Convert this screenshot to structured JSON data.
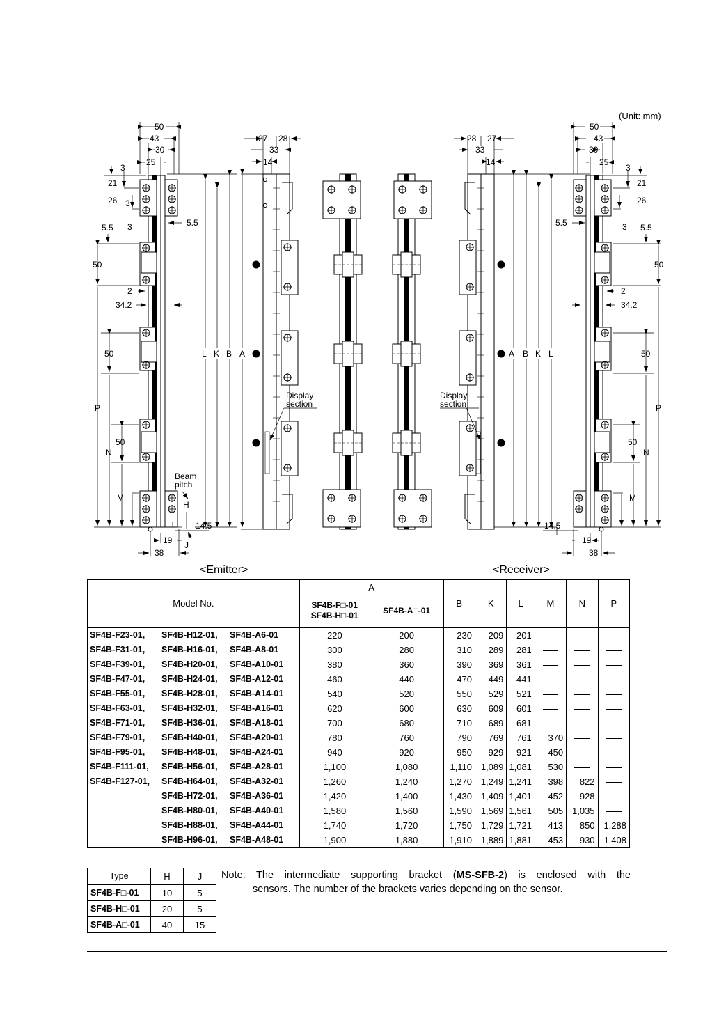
{
  "unit_label": "(Unit: mm)",
  "captions": {
    "emitter": "<Emitter>",
    "receiver": "<Receiver>"
  },
  "dimension_labels": {
    "d50": "50",
    "d43": "43",
    "d30": "30",
    "d25": "25",
    "d3": "3",
    "d21": "21",
    "d26": "26",
    "d5_5": "5.5",
    "d2": "2",
    "d34_2": "34.2",
    "d14_5": "14.5",
    "d19": "19",
    "d38": "38",
    "d27": "27",
    "d28": "28",
    "d33": "33",
    "d14": "14",
    "P": "P",
    "N": "N",
    "M": "M",
    "H": "H",
    "J": "J",
    "L": "L",
    "K": "K",
    "B": "B",
    "A": "A",
    "beam_pitch_1": "Beam",
    "beam_pitch_2": "pitch",
    "display_1": "Display",
    "display_2": "section"
  },
  "spec_table": {
    "header": {
      "model": "Model No.",
      "A": "A",
      "a_col1_l1": "SF4B-F□-01",
      "a_col1_l2": "SF4B-H□-01",
      "a_col2": "SF4B-A□-01",
      "B": "B",
      "K": "K",
      "L": "L",
      "M": "M",
      "N": "N",
      "P": "P"
    },
    "rows": [
      {
        "f": "SF4B-F23-01,",
        "h": "SF4B-H12-01,",
        "a": "SF4B-A6-01",
        "A1": "220",
        "A2": "200",
        "B": "230",
        "K": "209",
        "L": "201",
        "M": "",
        "N": "",
        "P": ""
      },
      {
        "f": "SF4B-F31-01,",
        "h": "SF4B-H16-01,",
        "a": "SF4B-A8-01",
        "A1": "300",
        "A2": "280",
        "B": "310",
        "K": "289",
        "L": "281",
        "M": "",
        "N": "",
        "P": ""
      },
      {
        "f": "SF4B-F39-01,",
        "h": "SF4B-H20-01,",
        "a": "SF4B-A10-01",
        "A1": "380",
        "A2": "360",
        "B": "390",
        "K": "369",
        "L": "361",
        "M": "",
        "N": "",
        "P": ""
      },
      {
        "f": "SF4B-F47-01,",
        "h": "SF4B-H24-01,",
        "a": "SF4B-A12-01",
        "A1": "460",
        "A2": "440",
        "B": "470",
        "K": "449",
        "L": "441",
        "M": "",
        "N": "",
        "P": ""
      },
      {
        "f": "SF4B-F55-01,",
        "h": "SF4B-H28-01,",
        "a": "SF4B-A14-01",
        "A1": "540",
        "A2": "520",
        "B": "550",
        "K": "529",
        "L": "521",
        "M": "",
        "N": "",
        "P": ""
      },
      {
        "f": "SF4B-F63-01,",
        "h": "SF4B-H32-01,",
        "a": "SF4B-A16-01",
        "A1": "620",
        "A2": "600",
        "B": "630",
        "K": "609",
        "L": "601",
        "M": "",
        "N": "",
        "P": ""
      },
      {
        "f": "SF4B-F71-01,",
        "h": "SF4B-H36-01,",
        "a": "SF4B-A18-01",
        "A1": "700",
        "A2": "680",
        "B": "710",
        "K": "689",
        "L": "681",
        "M": "",
        "N": "",
        "P": ""
      },
      {
        "f": "SF4B-F79-01,",
        "h": "SF4B-H40-01,",
        "a": "SF4B-A20-01",
        "A1": "780",
        "A2": "760",
        "B": "790",
        "K": "769",
        "L": "761",
        "M": "370",
        "N": "",
        "P": ""
      },
      {
        "f": "SF4B-F95-01,",
        "h": "SF4B-H48-01,",
        "a": "SF4B-A24-01",
        "A1": "940",
        "A2": "920",
        "B": "950",
        "K": "929",
        "L": "921",
        "M": "450",
        "N": "",
        "P": ""
      },
      {
        "f": "SF4B-F111-01,",
        "h": "SF4B-H56-01,",
        "a": "SF4B-A28-01",
        "A1": "1,100",
        "A2": "1,080",
        "B": "1,110",
        "K": "1,089",
        "L": "1,081",
        "M": "530",
        "N": "",
        "P": ""
      },
      {
        "f": "SF4B-F127-01,",
        "h": "SF4B-H64-01,",
        "a": "SF4B-A32-01",
        "A1": "1,260",
        "A2": "1,240",
        "B": "1,270",
        "K": "1,249",
        "L": "1,241",
        "M": "398",
        "N": "822",
        "P": ""
      },
      {
        "f": "",
        "h": "SF4B-H72-01,",
        "a": "SF4B-A36-01",
        "A1": "1,420",
        "A2": "1,400",
        "B": "1,430",
        "K": "1,409",
        "L": "1,401",
        "M": "452",
        "N": "928",
        "P": ""
      },
      {
        "f": "",
        "h": "SF4B-H80-01,",
        "a": "SF4B-A40-01",
        "A1": "1,580",
        "A2": "1,560",
        "B": "1,590",
        "K": "1,569",
        "L": "1,561",
        "M": "505",
        "N": "1,035",
        "P": ""
      },
      {
        "f": "",
        "h": "SF4B-H88-01,",
        "a": "SF4B-A44-01",
        "A1": "1,740",
        "A2": "1,720",
        "B": "1,750",
        "K": "1,729",
        "L": "1,721",
        "M": "413",
        "N": "850",
        "P": "1,288"
      },
      {
        "f": "",
        "h": "SF4B-H96-01,",
        "a": "SF4B-A48-01",
        "A1": "1,900",
        "A2": "1,880",
        "B": "1,910",
        "K": "1,889",
        "L": "1,881",
        "M": "453",
        "N": "930",
        "P": "1,408"
      }
    ]
  },
  "hj_table": {
    "header": {
      "type": "Type",
      "H": "H",
      "J": "J"
    },
    "rows": [
      {
        "type": "SF4B-F□-01",
        "H": "10",
        "J": "5"
      },
      {
        "type": "SF4B-H□-01",
        "H": "20",
        "J": "5"
      },
      {
        "type": "SF4B-A□-01",
        "H": "40",
        "J": "15"
      }
    ]
  },
  "note": {
    "prefix": "Note: The intermediate supporting bracket (",
    "bold": "MS-SFB-2",
    "suffix": ") is enclosed with the",
    "line2": "sensors. The number of the brackets varies depending on the sensor."
  }
}
